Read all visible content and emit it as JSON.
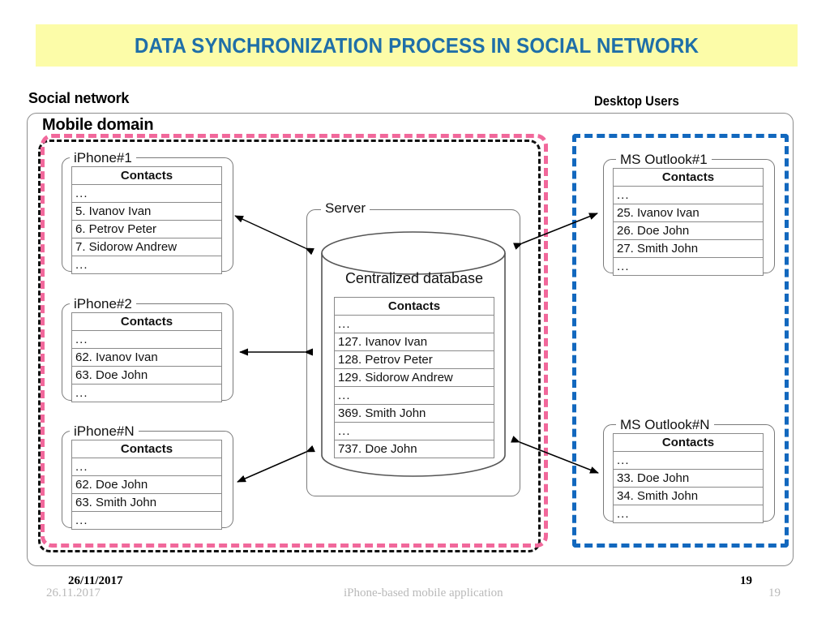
{
  "slide": {
    "title": "DATA SYNCHRONIZATION PROCESS IN SOCIAL NETWORK",
    "title_color": "#1F6FA8",
    "title_bg": "#FCFCA8"
  },
  "labels": {
    "social_network": "Social network",
    "mobile_domain": "Mobile domain",
    "desktop_users": "Desktop Users"
  },
  "colors": {
    "mobile_domain_border": "#F1689B",
    "mobile_domain_border_2": "#111111",
    "desktop_users_border": "#1268BE",
    "box_border": "#7a7a7a"
  },
  "common": {
    "contacts_header": "Contacts",
    "ellipsis": "..."
  },
  "mobile_clients": [
    {
      "legend": "iPhone#1",
      "rows": [
        "...",
        "5. Ivanov Ivan",
        "6. Petrov Peter",
        "7. Sidorow Andrew",
        "..."
      ]
    },
    {
      "legend": "iPhone#2",
      "rows": [
        "...",
        "62. Ivanov Ivan",
        "63. Doe John",
        "..."
      ]
    },
    {
      "legend": "iPhone#N",
      "rows": [
        "...",
        "62. Doe John",
        "63. Smith John",
        "..."
      ]
    }
  ],
  "server": {
    "legend": "Server",
    "database_label": "Centralized database",
    "rows": [
      "...",
      "127. Ivanov Ivan",
      "128. Petrov Peter",
      "129. Sidorow Andrew",
      "...",
      "369. Smith John",
      "...",
      "737. Doe John"
    ]
  },
  "desktop_clients": [
    {
      "legend": "MS Outlook#1",
      "rows": [
        "...",
        "25. Ivanov Ivan",
        "26. Doe John",
        "27. Smith John",
        "..."
      ]
    },
    {
      "legend": "MS Outlook#N",
      "rows": [
        "...",
        "33. Doe John",
        "34. Smith John",
        "..."
      ]
    }
  ],
  "footer": {
    "date_bold": "26/11/2017",
    "date_gray": "26.11.2017",
    "center_gray": "iPhone-based mobile application",
    "page_bold": "19",
    "page_gray": "19"
  }
}
